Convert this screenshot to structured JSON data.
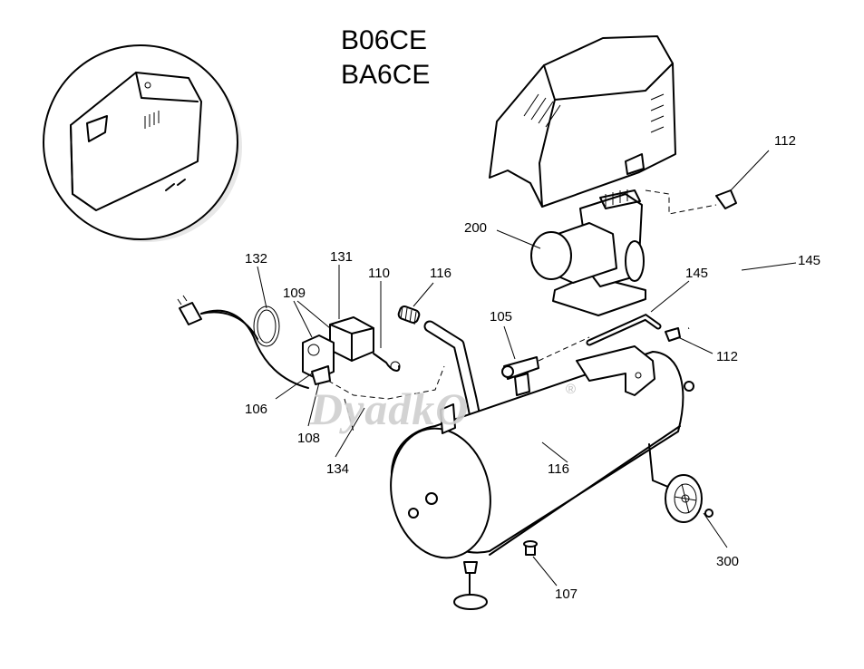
{
  "title": {
    "line1": "B06CE",
    "line2": "BA6CE"
  },
  "watermark": {
    "text": "DyadkO",
    "mark": "®"
  },
  "labels": {
    "p112a": "112",
    "p112b": "112",
    "p145a": "145",
    "p145b": "145",
    "p200": "200",
    "p132": "132",
    "p131": "131",
    "p110": "110",
    "p109": "109",
    "p116a": "116",
    "p116b": "116",
    "p105": "105",
    "p106": "106",
    "p108": "108",
    "p134": "134",
    "p107": "107",
    "p300": "300"
  }
}
